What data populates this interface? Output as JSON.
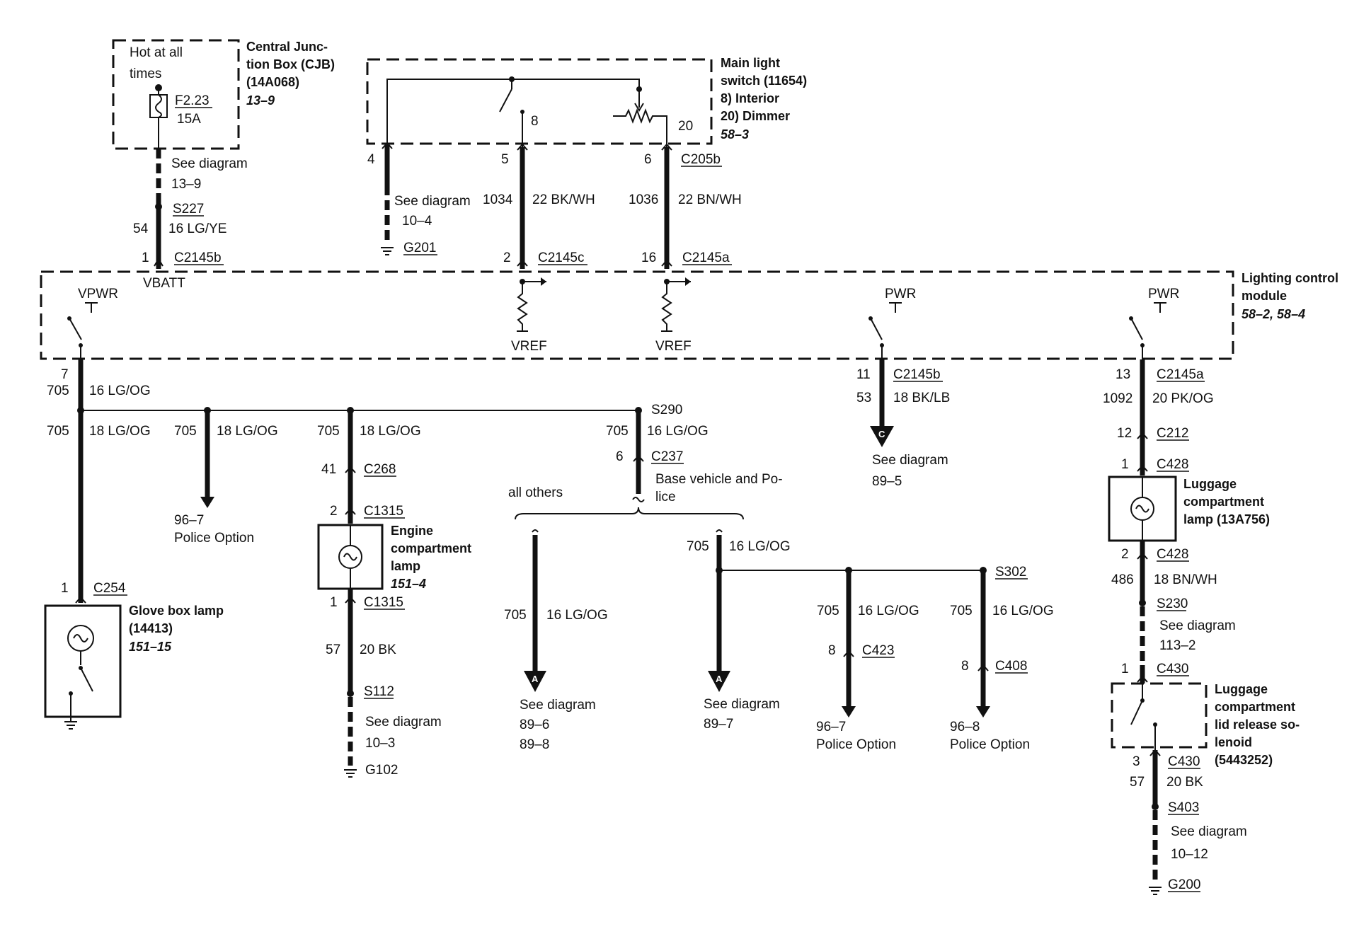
{
  "cjb": {
    "hot_line1": "Hot at all",
    "hot_line2": "times",
    "fuse": "F2.23",
    "amps": "15A",
    "title1": "Central Junc-",
    "title2": "tion Box (CJB)",
    "title3": "(14A068)",
    "ref": "13–9"
  },
  "cjb_wire": {
    "see": "See diagram",
    "see_ref": "13–9",
    "splice": "S227",
    "circuit": "54",
    "gauge": "16 LG/YE",
    "pin": "1",
    "connector": "C2145b",
    "vbatt": "VBATT"
  },
  "switch": {
    "title1": "Main light",
    "title2": "switch (11654)",
    "title3": "8)  Interior",
    "title4": "20) Dimmer",
    "ref": "58–3",
    "pin_interior": "8",
    "pin_dimmer": "20",
    "pin4": "4",
    "pin5": "5",
    "pin6": "6",
    "c205b": "C205b",
    "see": "See diagram",
    "see_ref": "10–4",
    "ground": "G201",
    "circ1034": "1034",
    "gauge1034": "22 BK/WH",
    "circ1036": "1036",
    "gauge1036": "22 BN/WH",
    "pin2": "2",
    "c2145c": "C2145c",
    "pin16": "16",
    "c2145a": "C2145a",
    "vref1": "VREF",
    "vref2": "VREF"
  },
  "lcm": {
    "title1": "Lighting control",
    "title2": "module",
    "ref": "58–2, 58–4",
    "vpwr": "VPWR",
    "pwr1": "PWR",
    "pwr2": "PWR"
  },
  "left_branch": {
    "pin7": "7",
    "circ705": "705",
    "gauge": "16 LG/OG",
    "s290": "S290",
    "b1_circ": "705",
    "b1_gauge": "18 LG/OG",
    "b2_circ": "705",
    "b2_gauge": "18 LG/OG",
    "b2_ref": "96–7",
    "b2_opt": "Police Option",
    "b3_circ": "705",
    "b3_gauge": "18 LG/OG",
    "b4_circ": "705",
    "b4_gauge": "16 LG/OG"
  },
  "glove": {
    "pin": "1",
    "connector": "C254",
    "title1": "Glove box lamp",
    "title2": "(14413)",
    "ref": "151–15"
  },
  "engine": {
    "pin41": "41",
    "c268": "C268",
    "pin2": "2",
    "c1315_top": "C1315",
    "title1": "Engine",
    "title2": "compartment",
    "title3": "lamp",
    "ref": "151–4",
    "pin1": "1",
    "c1315_bot": "C1315",
    "circ57": "57",
    "gauge": "20 BK",
    "s112": "S112",
    "see": "See diagram",
    "see_ref": "10–3",
    "ground": "G102"
  },
  "middle": {
    "pin6": "6",
    "c237": "C237",
    "base1": "Base vehicle and Po-",
    "base2": "lice",
    "all_others": "all others",
    "a_circ": "705",
    "a_gauge": "16 LG/OG",
    "a_see": "See diagram",
    "a_ref1": "89–6",
    "a_ref2": "89–8",
    "b_circ": "705",
    "b_gauge": "16 LG/OG",
    "b_see": "See diagram",
    "b_ref": "89–7",
    "s302": "S302",
    "c423_circ": "705",
    "c423_gauge": "16 LG/OG",
    "c423_pin": "8",
    "c423": "C423",
    "c423_ref": "96–7",
    "c423_opt": "Police Option",
    "c408_circ": "705",
    "c408_gauge": "16 LG/OG",
    "c408_pin": "8",
    "c408": "C408",
    "c408_ref": "96–8",
    "c408_opt": "Police Option",
    "arrow_a": "A"
  },
  "c_branch": {
    "pin11": "11",
    "connector": "C2145b",
    "circ53": "53",
    "gauge": "18 BK/LB",
    "arrow": "C",
    "see": "See diagram",
    "see_ref": "89–5"
  },
  "luggage": {
    "pin13": "13",
    "c2145a": "C2145a",
    "circ1092": "1092",
    "gauge1092": "20 PK/OG",
    "pin12": "12",
    "c212": "C212",
    "pin1": "1",
    "c428_top": "C428",
    "lamp1": "Luggage",
    "lamp2": "compartment",
    "lamp3": "lamp (13A756)",
    "pin2": "2",
    "c428_bot": "C428",
    "circ486": "486",
    "gauge486": "18 BN/WH",
    "s230": "S230",
    "see": "See diagram",
    "see_ref": "113–2",
    "pin1b": "1",
    "c430_top": "C430",
    "sol1": "Luggage",
    "sol2": "compartment",
    "sol3": "lid release so-",
    "sol4": "lenoid",
    "sol5": "(5443252)",
    "pin3": "3",
    "c430_bot": "C430",
    "circ57": "57",
    "gauge57": "20 BK",
    "s403": "S403",
    "see2": "See diagram",
    "see2_ref": "10–12",
    "ground": "G200"
  }
}
